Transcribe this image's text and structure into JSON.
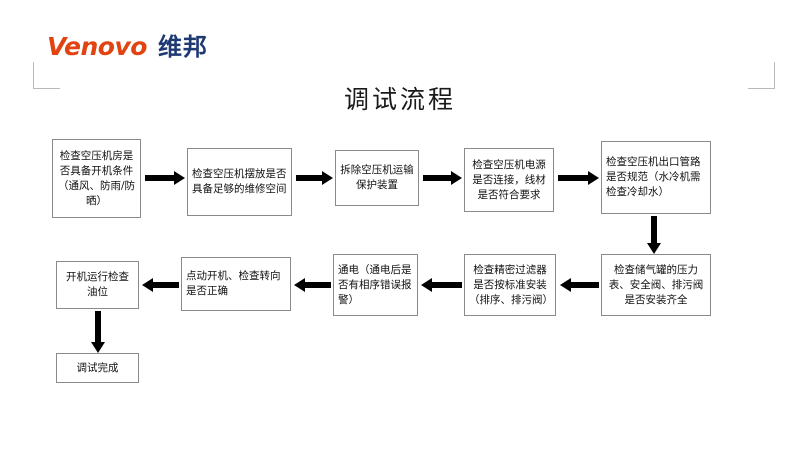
{
  "brand": {
    "latin": "Venovo",
    "chinese": "维邦",
    "latin_color": "#E24411",
    "chinese_color": "#1F3A73"
  },
  "title": "调试流程",
  "flow": {
    "nodes": [
      {
        "id": "n1",
        "label": "检查空压机房是否具备开机条件（通风、防雨/防晒）"
      },
      {
        "id": "n2",
        "label": "检查空压机摆放是否具备足够的维修空间"
      },
      {
        "id": "n3",
        "label": "拆除空压机运输保护装置"
      },
      {
        "id": "n4",
        "label": "检查空压机电源是否连接，线材是否符合要求"
      },
      {
        "id": "n5",
        "label": "检查空压机出口管路是否规范（水冷机需检查冷却水）"
      },
      {
        "id": "n6",
        "label": "检查储气罐的压力表、安全阀、排污阀是否安装齐全"
      },
      {
        "id": "n7",
        "label": "检查精密过滤器是否按标准安装（排序、排污阀）"
      },
      {
        "id": "n8",
        "label": "通电（通电后是否有相序错误报警）"
      },
      {
        "id": "n9",
        "label": "点动开机、检查转向是否正确"
      },
      {
        "id": "n10",
        "label": "开机运行检查油位"
      },
      {
        "id": "n11",
        "label": "调试完成"
      }
    ],
    "connectors": [
      {
        "from": "n1",
        "to": "n2",
        "direction": "right"
      },
      {
        "from": "n2",
        "to": "n3",
        "direction": "right"
      },
      {
        "from": "n3",
        "to": "n4",
        "direction": "right"
      },
      {
        "from": "n4",
        "to": "n5",
        "direction": "right"
      },
      {
        "from": "n5",
        "to": "n6",
        "direction": "down"
      },
      {
        "from": "n6",
        "to": "n7",
        "direction": "left"
      },
      {
        "from": "n7",
        "to": "n8",
        "direction": "left"
      },
      {
        "from": "n8",
        "to": "n9",
        "direction": "left"
      },
      {
        "from": "n9",
        "to": "n10",
        "direction": "left"
      },
      {
        "from": "n10",
        "to": "n11",
        "direction": "down"
      }
    ]
  }
}
